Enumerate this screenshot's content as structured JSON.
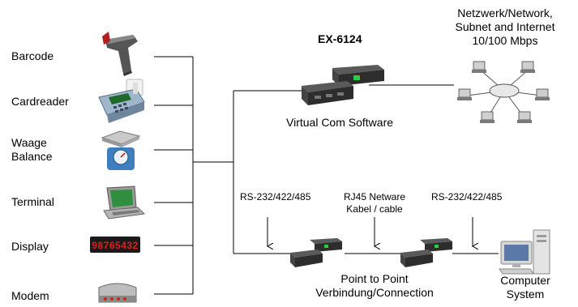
{
  "devices": [
    {
      "label": "Barcode",
      "icon": "barcode-scanner-icon"
    },
    {
      "label": "Cardreader",
      "icon": "card-reader-icon"
    },
    {
      "label": "Waage",
      "label2": "Balance",
      "icon": "scale-icon"
    },
    {
      "label": "Terminal",
      "icon": "terminal-icon"
    },
    {
      "label": "Display",
      "icon": "led-display-icon",
      "display_text": "98765432"
    },
    {
      "label": "Modem",
      "icon": "modem-icon"
    }
  ],
  "server": {
    "model": "EX-6124",
    "caption": "Virtual Com Software"
  },
  "network": {
    "line1": "Netzwerk/Network,",
    "line2": "Subnet and Internet",
    "line3": "10/100 Mbps"
  },
  "bottom": {
    "rs_left": "RS-232/422/485",
    "rj45_line1": "RJ45 Netware",
    "rj45_line2": "Kabel / cable",
    "rs_right": "RS-232/422/485",
    "p2p_line1": "Point to Point",
    "p2p_line2": "Verbindung/Connection"
  },
  "computer": {
    "line1": "Computer",
    "line2": "System"
  },
  "colors": {
    "line": "#000000",
    "device_body": "#3a3a3a",
    "led_green": "#2ecc40",
    "scale_blue": "#3f7fbf",
    "terminal_screen": "#2f8f3f",
    "display_red": "#e01e1e"
  }
}
